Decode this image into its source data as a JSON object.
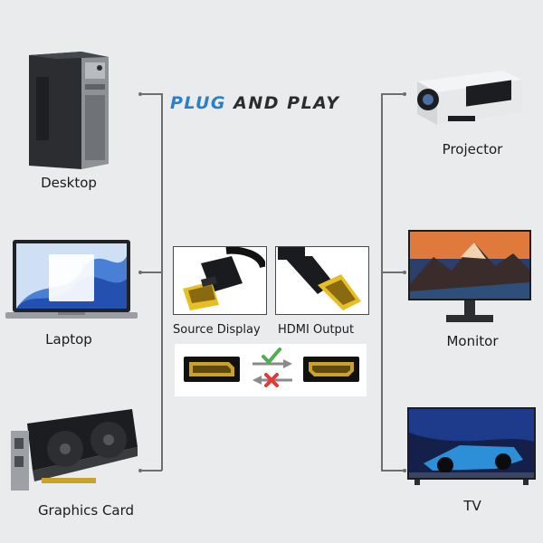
{
  "title": {
    "part1": "PLUG",
    "part2": "AND PLAY"
  },
  "left_devices": [
    {
      "label": "Desktop",
      "icon": "desktop-tower-icon"
    },
    {
      "label": "Laptop",
      "icon": "laptop-icon"
    },
    {
      "label": "Graphics Card",
      "icon": "graphics-card-icon"
    }
  ],
  "right_devices": [
    {
      "label": "Projector",
      "icon": "projector-icon"
    },
    {
      "label": "Monitor",
      "icon": "monitor-icon"
    },
    {
      "label": "TV",
      "icon": "tv-icon"
    }
  ],
  "center": {
    "source_label": "Source Display",
    "output_label": "HDMI Output",
    "source_icon": "displayport-connector-icon",
    "output_icon": "hdmi-connector-icon"
  },
  "direction": {
    "allowed": "check-icon",
    "blocked": "cross-icon"
  },
  "colors": {
    "accent": "#2a7fc6",
    "check": "#4caf50",
    "cross": "#e53935"
  }
}
